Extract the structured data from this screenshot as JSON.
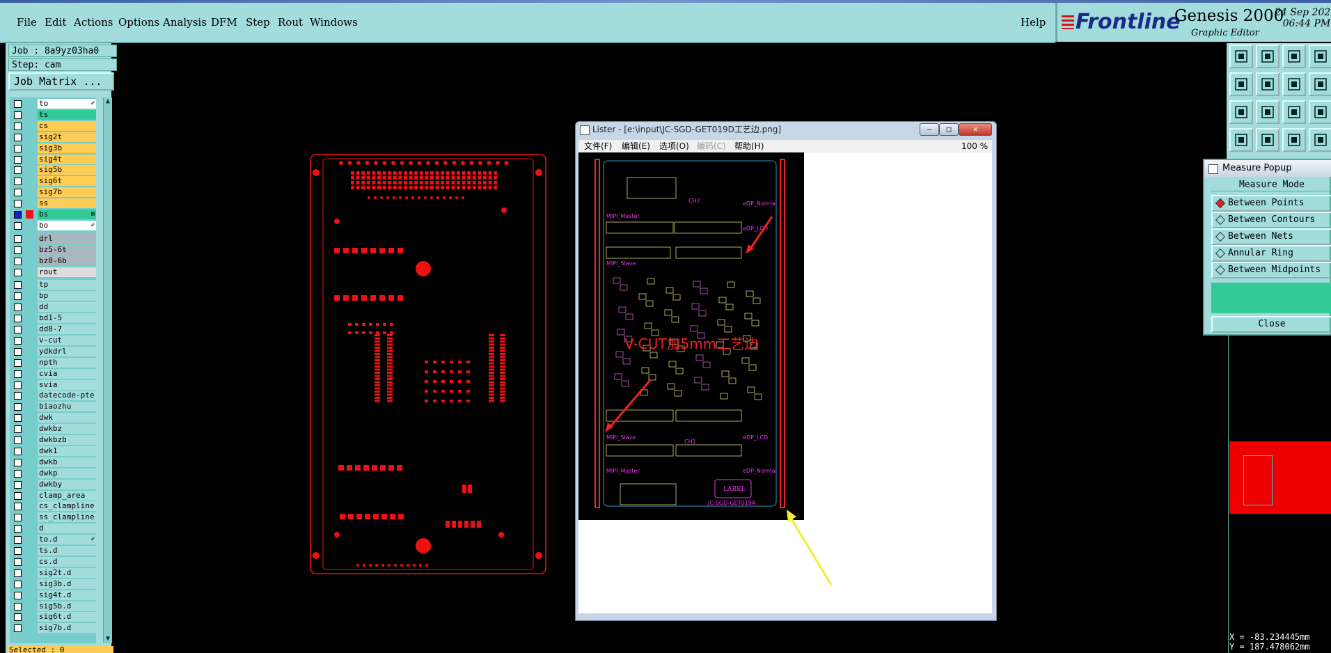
{
  "menubar": {
    "items": [
      "File",
      "Edit",
      "Actions",
      "Options",
      "Analysis",
      "DFM",
      "Step",
      "Rout",
      "Windows"
    ],
    "help": "Help"
  },
  "brand": {
    "logo": "Frontline",
    "product": "Genesis 2000",
    "subtitle": "Graphic Editor",
    "date": "24 Sep 202",
    "time": "06:44 PM"
  },
  "left": {
    "job": "Job : 8a9yz03ha0",
    "step": "Step: cam",
    "matrix_button": "Job Matrix ...",
    "selected": "Selected : 0"
  },
  "layers": [
    {
      "name": "to",
      "color": "#ffffff",
      "mark": "✐"
    },
    {
      "name": "ts",
      "color": "#33cc99"
    },
    {
      "name": "cs",
      "color": "#ffcc55"
    },
    {
      "name": "sig2t",
      "color": "#ffcc55"
    },
    {
      "name": "sig3b",
      "color": "#ffcc55"
    },
    {
      "name": "sig4t",
      "color": "#ffcc55"
    },
    {
      "name": "sig5b",
      "color": "#ffcc55"
    },
    {
      "name": "sig6t",
      "color": "#ffcc55"
    },
    {
      "name": "sig7b",
      "color": "#ffcc55"
    },
    {
      "name": "ss",
      "color": "#ffcc55"
    },
    {
      "name": "bs",
      "color": "#33cc99",
      "checked": true,
      "swatch": "#ee1111",
      "mark": "⊠"
    },
    {
      "name": "bo",
      "color": "#ffffff",
      "mark": "✐"
    },
    {
      "name": "drl",
      "color": "#a9b7bf"
    },
    {
      "name": "bz5-6t",
      "color": "#a9b7bf"
    },
    {
      "name": "bz8-6b",
      "color": "#a9b7bf"
    },
    {
      "name": "rout",
      "color": "#dddddd"
    },
    {
      "name": "tp",
      "color": "#a3dcdc"
    },
    {
      "name": "bp",
      "color": "#a3dcdc"
    },
    {
      "name": "dd",
      "color": "#a3dcdc"
    },
    {
      "name": "bd1-5",
      "color": "#a3dcdc"
    },
    {
      "name": "dd8-7",
      "color": "#a3dcdc"
    },
    {
      "name": "v-cut",
      "color": "#a3dcdc"
    },
    {
      "name": "ydkdrl",
      "color": "#a3dcdc"
    },
    {
      "name": "npth",
      "color": "#a3dcdc"
    },
    {
      "name": "cvia",
      "color": "#a3dcdc"
    },
    {
      "name": "svia",
      "color": "#a3dcdc"
    },
    {
      "name": "datecode-pte",
      "color": "#a3dcdc"
    },
    {
      "name": "biaozhu",
      "color": "#a3dcdc"
    },
    {
      "name": "dwk",
      "color": "#a3dcdc"
    },
    {
      "name": "dwkbz",
      "color": "#a3dcdc"
    },
    {
      "name": "dwkbzb",
      "color": "#a3dcdc"
    },
    {
      "name": "dwk1",
      "color": "#a3dcdc"
    },
    {
      "name": "dwkb",
      "color": "#a3dcdc"
    },
    {
      "name": "dwkp",
      "color": "#a3dcdc"
    },
    {
      "name": "dwkby",
      "color": "#a3dcdc"
    },
    {
      "name": "clamp_area",
      "color": "#a3dcdc"
    },
    {
      "name": "cs_clampline",
      "color": "#a3dcdc"
    },
    {
      "name": "ss_clampline",
      "color": "#a3dcdc"
    },
    {
      "name": "d",
      "color": "#a3dcdc"
    },
    {
      "name": "to.d",
      "color": "#a3dcdc",
      "mark": "✐"
    },
    {
      "name": "ts.d",
      "color": "#a3dcdc"
    },
    {
      "name": "cs.d",
      "color": "#a3dcdc"
    },
    {
      "name": "sig2t.d",
      "color": "#a3dcdc"
    },
    {
      "name": "sig3b.d",
      "color": "#a3dcdc"
    },
    {
      "name": "sig4t.d",
      "color": "#a3dcdc"
    },
    {
      "name": "sig5b.d",
      "color": "#a3dcdc"
    },
    {
      "name": "sig6t.d",
      "color": "#a3dcdc"
    },
    {
      "name": "sig7b.d",
      "color": "#a3dcdc"
    }
  ],
  "lister": {
    "title": "Lister - [e:\\input\\JC-SGD-GET019D工艺边.png]",
    "menu": [
      "文件(F)",
      "编辑(E)",
      "选项(O)",
      "编码(C)",
      "帮助(H)"
    ],
    "zoom": "100 %",
    "annotation": "V-CUT加5mm工艺边",
    "board_labels": {
      "mipi_master": "MIPI_Master",
      "mipi_slave": "MIPI_Slave",
      "edp_normal": "eDP_Normal",
      "edp_lcd": "eDP_LCD",
      "ch2": "CH2",
      "ch1": "CH1",
      "label": "LABEL",
      "part": "JC-SGD-GET019A"
    }
  },
  "measure": {
    "title": "Measure Popup",
    "mode_label": "Measure Mode",
    "options": [
      "Between Points",
      "Between Contours",
      "Between Nets",
      "Annular Ring",
      "Between Midpoints"
    ],
    "selected_index": 0,
    "close": "Close"
  },
  "coords": {
    "x": "X = -83.234445mm",
    "y": "Y = 187.478062mm"
  },
  "colors": {
    "panel": "#a3dcdc",
    "pcb": "#ee1111",
    "accent": "#ffcc55"
  }
}
